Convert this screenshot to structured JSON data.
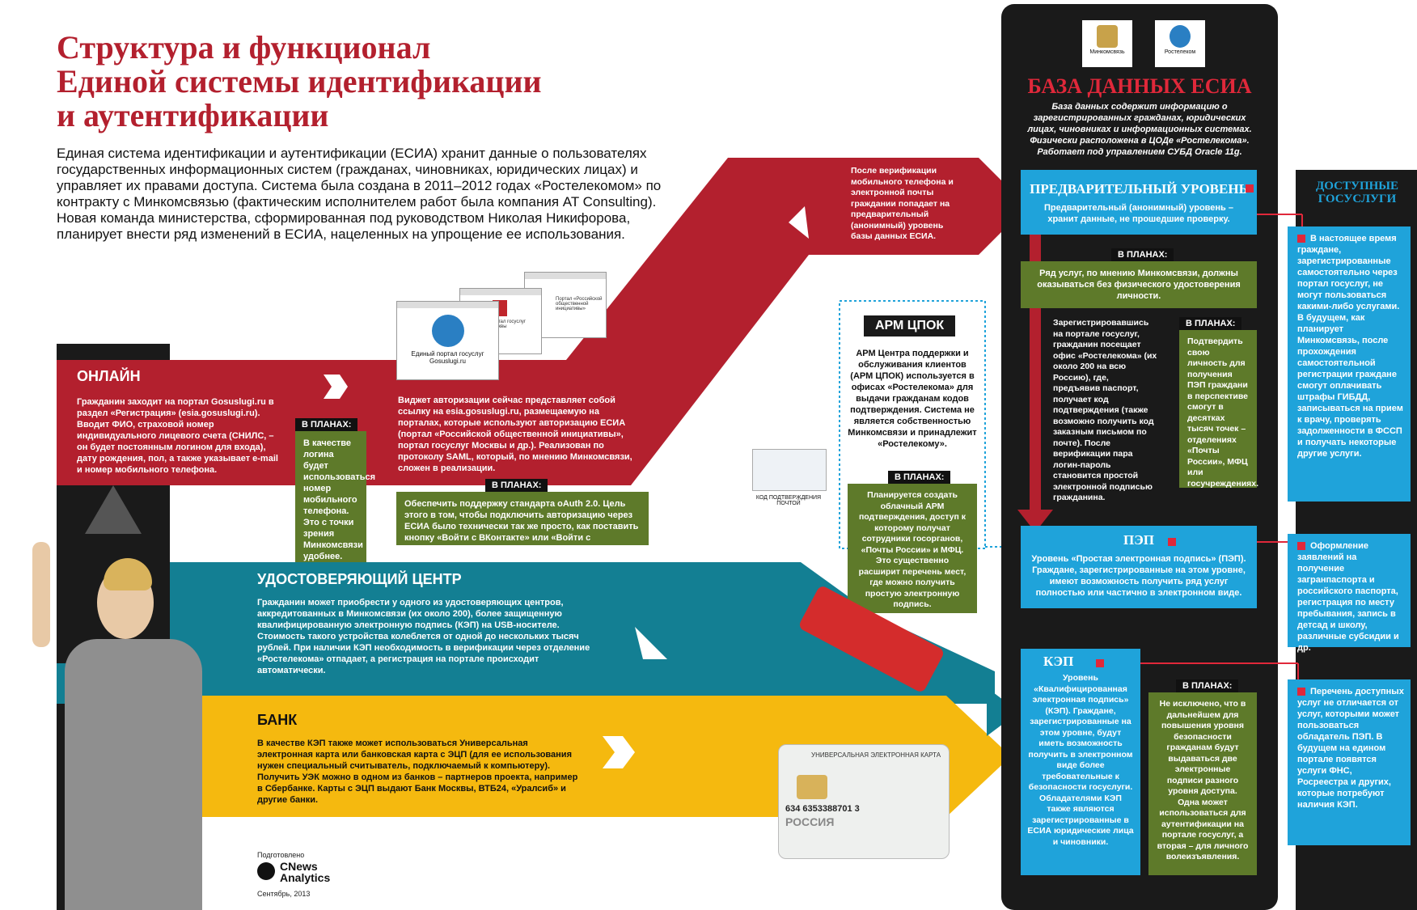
{
  "title": {
    "line1": "Структура и функционал",
    "line2": "Единой системы идентификации",
    "line3": "и аутентификации"
  },
  "intro": "Единая система идентификации и аутентификации (ЕСИА) хранит данные о пользователях государственных информационных систем (гражданах, чиновниках, юридических лицах) и управляет их правами доступа. Система была создана в 2011–2012 годах «Ростелекомом» по контракту с Минкомсвязью (фактическим исполнителем работ была компания AT Consulting). Новая команда министерства, сформированная под руководством Николая Никифорова, планирует внести ряд изменений в ЕСИА, нацеленных на упрощение ее использования.",
  "plan_label": "В ПЛАНАХ:",
  "online": {
    "label": "ОНЛАЙН",
    "text": "Гражданин заходит на портал Gosuslugi.ru в раздел «Регистрация» (esia.gosuslugi.ru). Вводит ФИО, страховой номер индивидуального лицевого счета (СНИЛС, – он будет постоянным логином для входа), дату рождения, пол, а также указывает e-mail и номер мобильного телефона.",
    "plan": "В качестве логина будет использоваться номер мобильного телефона. Это с точки зрения Минкомсвязи удобнее.",
    "widget_text": "Виджет авторизации сейчас представляет собой ссылку на esia.gosuslugi.ru, размещаемую на порталах, которые используют авторизацию ЕСИА (портал «Российской общественной инициативы», портал госуслуг Москвы и др.). Реализован по протоколу SAML, который, по мнению Минкомсвязи, сложен в реализации.",
    "widget_plan": "Обеспечить поддержку стандарта oAuth 2.0. Цель этого в том, чтобы подключить авторизацию через ЕСИА было технически так же просто, как поставить кнопку «Войти с ВКонтакте» или «Войти с Facebook».",
    "portal_main": "Единый портал госуслуг Gosuslugi.ru",
    "portal_moscow": "Портал госуслуг Москвы",
    "portal_roi": "Портал «Российской общественной инициативы»"
  },
  "verify": {
    "text": "После верификации мобильного телефона и электронной почты граждании попадает на предварительный (анонимный) уровень базы данных ЕСИА."
  },
  "arm": {
    "label": "АРМ ЦПОК",
    "text": "АРМ Центра поддержки и обслуживания клиентов (АРМ ЦПОК) используется в офисах «Ростелекома» для выдачи гражданам кодов подтверждения. Система не является собственностью Минкомсвязи и принадлежит «Ростелекому».",
    "plan": "Планируется создать облачный АРМ подтверждения, доступ к которому получат сотрудники госорганов, «Почты России» и МФЦ. Это существенно расширит перечень мест, где можно получить простую электронную подпись.",
    "mail_caption": "КОД ПОДТВЕРЖДЕНИЯ ПОЧТОЙ"
  },
  "uc": {
    "label": "УДОСТОВЕРЯЮЩИЙ ЦЕНТР",
    "text": "Гражданин может приобрести у одного из удостоверяющих центров, аккредитованных в Минкомсвязи (их около 200), более защищенную квалифицированную электронную подпись (КЭП) на USB-носителе. Стоимость такого устройства колеблется от одной до нескольких тысяч рублей. При наличии КЭП необходимость в верификации через отделение «Ростелекома» отпадает, а регистрация на портале происходит автоматически."
  },
  "bank": {
    "label": "БАНК",
    "text": "В качестве КЭП также может использоваться Универсальная электронная карта или банковская карта с ЭЦП (для ее использования нужен специальный считыватель, подключаемый к компьютеру). Получить УЭК можно в одном из банков – партнеров проекта, например в Сбербанке. Карты с ЭЦП выдают Банк Москвы, ВТБ24, «Уралсиб» и другие банки.",
    "card_title": "УНИВЕРСАЛЬНАЯ ЭЛЕКТРОННАЯ КАРТА",
    "card_number": "634 6353388701 3",
    "card_country": "РОССИЯ"
  },
  "db": {
    "logo1": "Минкомсвязь",
    "logo2": "Ростелеком",
    "title": "БАЗА ДАННЫХ ЕСИА",
    "desc": "База данных содержит информацию о зарегистрированных гражданах, юридических лицах, чиновниках и информационных системах. Физически расположена в ЦОДе «Ростелекома». Работает под управлением СУБД Oracle 11g.",
    "pre_title": "ПРЕДВАРИТЕЛЬНЫЙ УРОВЕНЬ",
    "pre_text": "Предварительный (анонимный) уровень – хранит данные, не прошедшие проверку.",
    "pre_plan": "Ряд услуг, по мнению Минкомсвязи, должны оказываться без физического удостоверения личности.",
    "office_text": "Зарегистрировавшись на портале госуслуг, гражданин посещает офис «Ростелекома» (их около 200 на всю Россию), где, предъявив паспорт, получает код подтверждения (также возможно получить код заказным письмом по почте). После верификации пара логин-пароль становится простой электронной подписью гражданина.",
    "office_plan": "Подтвердить свою личность для получения ПЭП граждани в перспективе смогут в десятках тысяч точек – отделениях «Почты России», МФЦ или госучреждениях.",
    "pep_title": "ПЭП",
    "pep_text": "Уровень «Простая электронная подпись» (ПЭП). Граждане, зарегистрированные на этом уровне, имеют возможность получить ряд услуг полностью или частично в электронном виде.",
    "kep_title": "КЭП",
    "kep_text": "Уровень «Квалифицированная электронная подпись» (КЭП). Граждане, зарегистрированные на этом уровне, будут иметь возможность получить в электронном виде более требовательные к безопасности госуслуги. Обладателями КЭП также являются зарегистрированные в ЕСИА юридические лица и чиновники.",
    "kep_plan": "Не исключено, что в дальнейшем для повышения уровня безопасности гражданам будут выдаваться две электронные подписи разного уровня доступа. Одна может использоваться для аутентификации на портале госуслуг, а вторая – для личного волеизъявления."
  },
  "services": {
    "title": "ДОСТУПНЫЕ ГОСУСЛУГИ",
    "item1": "В настоящее время граждане, зарегистрированные самостоятельно через портал госуслуг, не могут пользоваться какими-либо услугами. В будущем, как планирует Минкомсвязь, после прохождения самостоятельной регистрации граждане смогут оплачивать штрафы ГИБДД, записываться на прием к врачу, проверять задолженности в ФССП и получать некоторые другие услуги.",
    "item2": "Оформление заявлений на получение загранпаспорта и российского паспорта, регистрация по месту пребывания, запись в детсад и школу, различные субсидии и др.",
    "item3": "Перечень доступных услуг не отличается от услуг, которыми может пользоваться обладатель ПЭП. В будущем на едином портале появятся услуги ФНС, Росреестра и других, которые потребуют наличия КЭП."
  },
  "credit": {
    "prepared": "Подготовлено",
    "brand1": "CNews",
    "brand2": "Analytics",
    "date": "Сентябрь, 2013"
  },
  "colors": {
    "red": "#b3202e",
    "teal": "#137f93",
    "yellow": "#f5b90f",
    "blue": "#1fa3da",
    "green": "#5e7a2a",
    "black": "#1a1a1a"
  }
}
